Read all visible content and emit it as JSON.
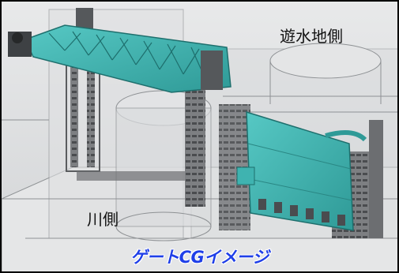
{
  "labels": {
    "upstream_side": "遊水地側",
    "river_side": "川側"
  },
  "caption": "ゲートCGイメージ",
  "colors": {
    "gate_teal": "#3fb3b0",
    "caption_blue": "#1f3fe8",
    "structure_gray": "#d4d6d8"
  }
}
